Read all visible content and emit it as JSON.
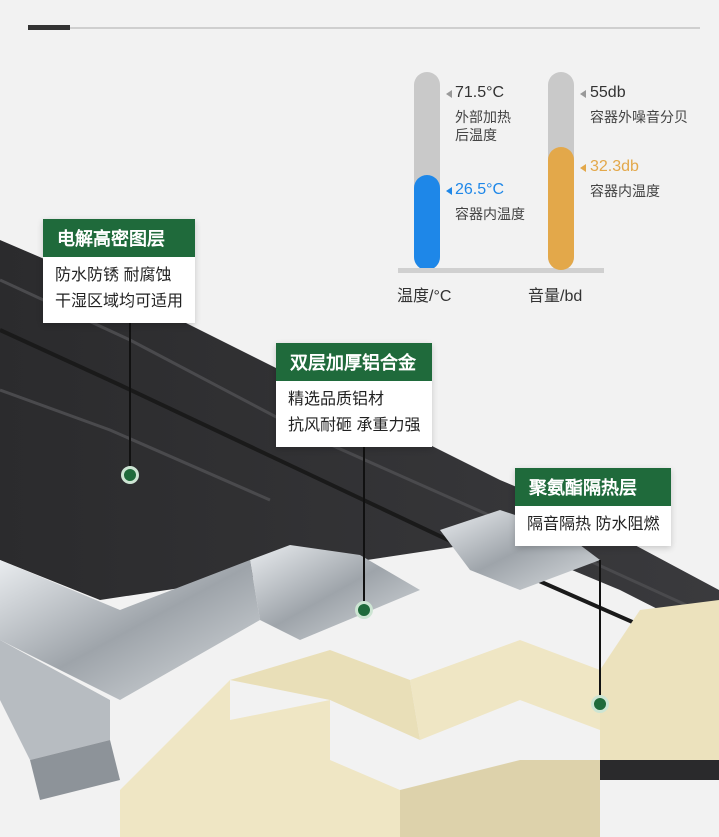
{
  "temperature_gauge": {
    "outside_value": "71.5°C",
    "outside_label_line1": "外部加热",
    "outside_label_line2": "后温度",
    "inside_value": "26.5°C",
    "inside_label": "容器内温度",
    "axis_label": "温度/°C",
    "fill_color": "#1e87e8",
    "fill_fraction": 0.48
  },
  "sound_gauge": {
    "outside_value": "55db",
    "outside_label": "容器外噪音分贝",
    "inside_value": "32.3db",
    "inside_label": "容器内温度",
    "axis_label": "音量/bd",
    "fill_color": "#e3a84a",
    "fill_fraction": 0.62
  },
  "callouts": [
    {
      "title": "电解高密图层",
      "line1": "防水防锈 耐腐蚀",
      "line2": "干湿区域均可适用"
    },
    {
      "title": "双层加厚铝合金",
      "line1": "精选品质铝材",
      "line2": "抗风耐砸 承重力强"
    },
    {
      "title": "聚氨酯隔热层",
      "line1": "隔音隔热 防水阻燃"
    }
  ],
  "colors": {
    "brand_green": "#1f6a3b",
    "panel_dark": "#2a2a2c",
    "foam": "#efe6c4",
    "metal": "#c4c8cc"
  }
}
